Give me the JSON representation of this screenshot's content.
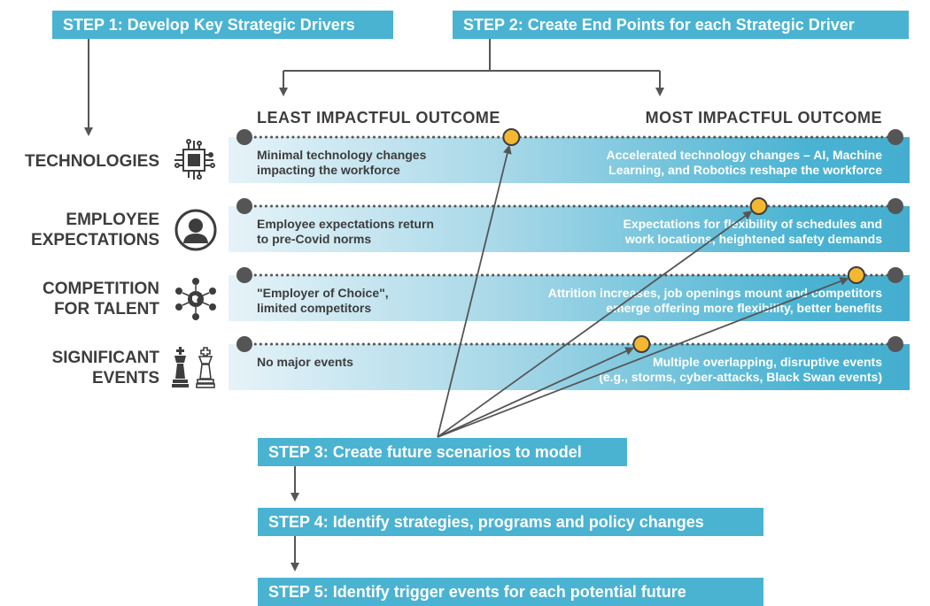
{
  "steps": {
    "step1": "STEP 1: Develop Key Strategic Drivers",
    "step2": "STEP 2: Create End Points for each Strategic Driver",
    "step3": "STEP 3: Create future scenarios to model",
    "step4": "STEP 4: Identify strategies, programs and policy changes",
    "step5": "STEP 5: Identify trigger events for each potential future"
  },
  "headers": {
    "least": "LEAST IMPACTFUL OUTCOME",
    "most": "MOST IMPACTFUL OUTCOME"
  },
  "drivers": [
    {
      "label_line1": "TECHNOLOGIES",
      "label_line2": "",
      "least_line1": "Minimal technology changes",
      "least_line2": "impacting the workforce",
      "most_line1": "Accelerated technology changes – AI, Machine",
      "most_line2": "Learning, and Robotics reshape the workforce",
      "icon": "chip-icon",
      "marker_position": 0.41
    },
    {
      "label_line1": "EMPLOYEE",
      "label_line2": "EXPECTATIONS",
      "least_line1": "Employee expectations return",
      "least_line2": "to pre-Covid  norms",
      "most_line1": "Expectations for flexibility of schedules and",
      "most_line2": "work locations, heightened safety demands",
      "icon": "person-icon",
      "marker_position": 0.79
    },
    {
      "label_line1": "COMPETITION",
      "label_line2": "FOR TALENT",
      "least_line1": "\"Employer of Choice\",",
      "least_line2": "limited competitors",
      "most_line1": "Attrition increases, job openings mount and competitors",
      "most_line2": "emerge offering more flexibility, better benefits",
      "icon": "globe-network-icon",
      "marker_position": 0.94
    },
    {
      "label_line1": "SIGNIFICANT",
      "label_line2": "EVENTS",
      "least_line1": "No major events",
      "least_line2": "",
      "most_line1": "Multiple overlapping, disruptive events",
      "most_line2": "(e.g., storms, cyber-attacks, Black Swan events)",
      "icon": "chess-pieces-icon",
      "marker_position": 0.61
    }
  ],
  "colors": {
    "accent": "#4ab3d2",
    "marker": "#f5b731",
    "dot": "#555555",
    "text": "#3d3d3d"
  }
}
